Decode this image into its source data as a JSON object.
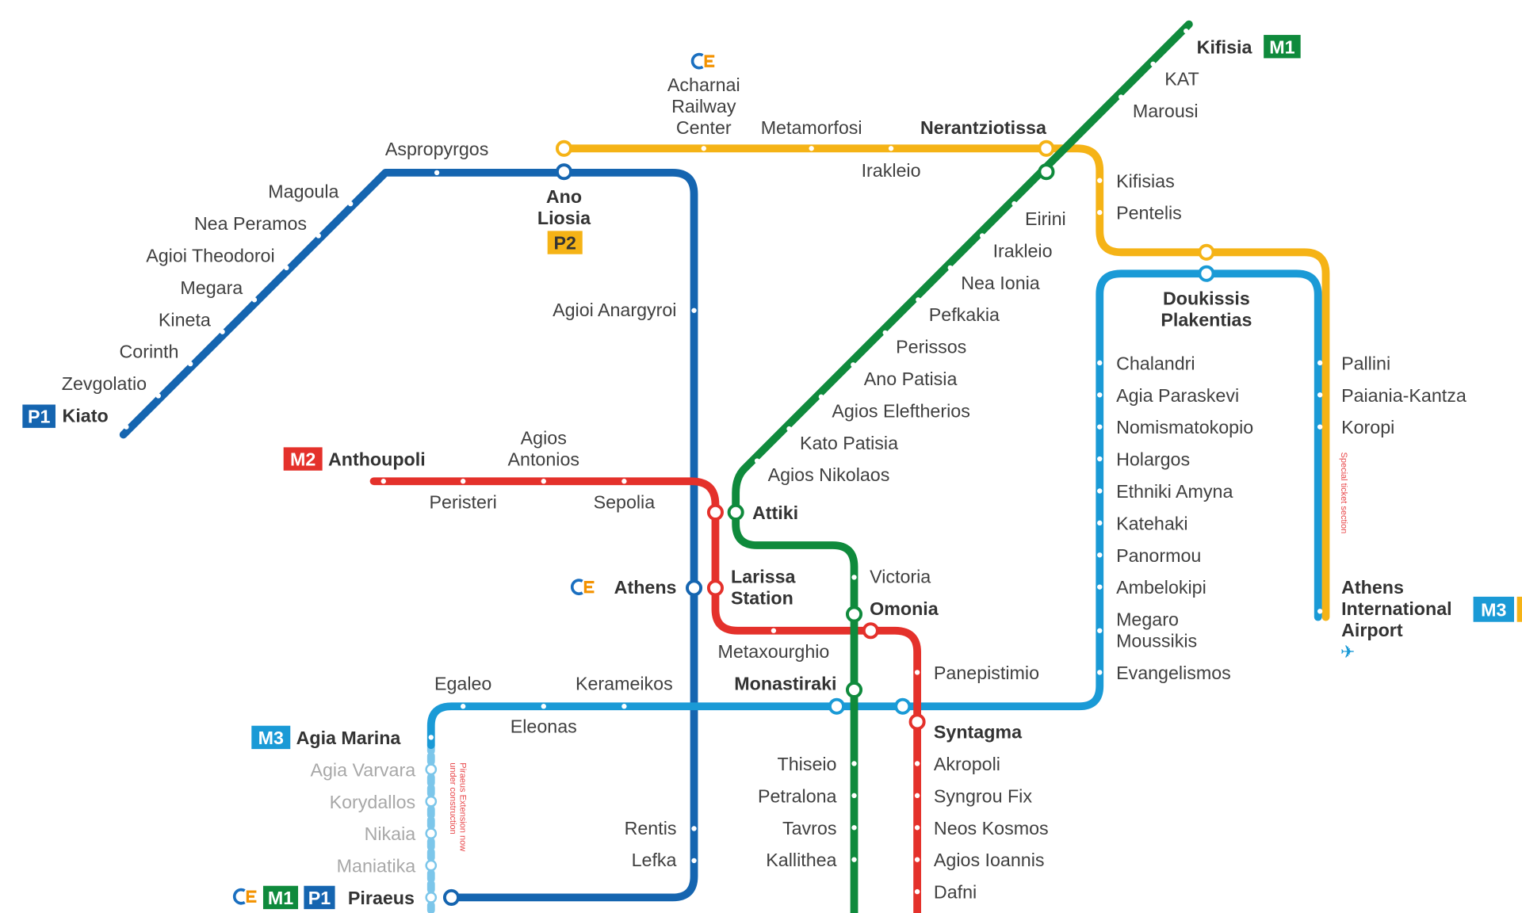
{
  "title": "Athens Metro and Suburban Railway Map",
  "colors": {
    "m1": "#0f8a3c",
    "m2": "#e4312b",
    "m3": "#1a9ad6",
    "p1": "#1565b0",
    "p2": "#f5b316",
    "text": "#404040"
  },
  "badges": {
    "m1": "M1",
    "m2": "M2",
    "m3": "M3",
    "p1": "P1",
    "p2": "P2"
  },
  "lines": {
    "m1": {
      "stations": [
        "Kifisia",
        "KAT",
        "Marousi",
        "Nerantziotissa",
        "Eirini",
        "Irakleio",
        "Nea Ionia",
        "Pefkakia",
        "Perissos",
        "Ano Patisia",
        "Agios Eleftherios",
        "Kato Patisia",
        "Agios Nikolaos",
        "Attiki",
        "Victoria",
        "Omonia",
        "Monastiraki",
        "Thiseio",
        "Petralona",
        "Tavros",
        "Kallithea"
      ]
    },
    "m2": {
      "stations": [
        "Anthoupoli",
        "Peristeri",
        [
          "Agios",
          "Antonios"
        ],
        "Sepolia",
        [
          "Larissa",
          "Station"
        ],
        "Metaxourghio",
        "Panepistimio",
        "Syntagma",
        "Akropoli",
        "Syngrou Fix",
        "Neos Kosmos",
        "Agios Ioannis",
        "Dafni"
      ]
    },
    "m3": {
      "stations": [
        "Agia Marina",
        "Egaleo",
        "Eleonas",
        "Kerameikos",
        "Chalandri",
        "Agia Paraskevi",
        "Nomismatokopio",
        "Holargos",
        "Ethniki Amyna",
        "Katehaki",
        "Panormou",
        "Ambelokipi",
        [
          "Megaro",
          "Moussikis"
        ],
        "Evangelismos",
        [
          "Doukissis",
          "Plakentias"
        ],
        "Pallini",
        "Paiania-Kantza",
        "Koropi",
        [
          "Athens",
          "International",
          "Airport"
        ]
      ]
    },
    "m3_extension": {
      "stations": [
        "Agia Varvara",
        "Korydallos",
        "Nikaia",
        "Maniatika"
      ],
      "note": [
        "Piraeus Extension now",
        "under construction"
      ]
    },
    "p1": {
      "stations": [
        "Kiato",
        "Zevgolatio",
        "Corinth",
        "Kineta",
        "Megara",
        "Agioi Theodoroi",
        "Nea Peramos",
        "Magoula",
        "Aspropyrgos",
        "Agioi Anargyroi",
        "Athens",
        "Rentis",
        "Lefka",
        "Piraeus"
      ]
    },
    "p2": {
      "stations": [
        [
          "Ano",
          "Liosia"
        ],
        [
          "Acharnai",
          "Railway",
          "Center"
        ],
        "Metamorfosi",
        "Irakleio",
        "Kifisias",
        "Pentelis"
      ]
    }
  },
  "notes": {
    "special_ticket": "Special ticket section"
  },
  "icons": {
    "rail_logo": "hellenic-railways-logo",
    "airport": "airplane-icon"
  }
}
